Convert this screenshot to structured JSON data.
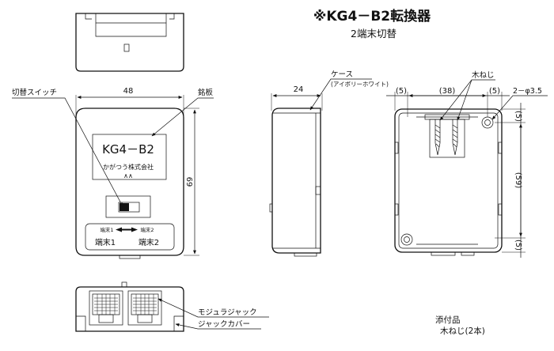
{
  "header": {
    "title": "※KG4－B2転換器",
    "subtitle": "2端末切替"
  },
  "front": {
    "width_dim": "48",
    "height_dim": "69",
    "plate_model": "KG4－B2",
    "plate_maker": "かがつう株式会社",
    "plate_mark": "∧∧",
    "port_switch_caption_1": "端末1",
    "port_switch_caption_2": "端末2",
    "port_1": "端末1",
    "port_2": "端末2"
  },
  "callouts": {
    "switch": "切替スイッチ",
    "nameplate": "銘板",
    "case": "ケース",
    "case_color": "(アイボリーホワイト)",
    "wood_screw": "木ねじ",
    "hole": "2－φ3.5",
    "modular_jack": "モジュラジャック",
    "jack_cover": "ジャックカバー"
  },
  "side": {
    "depth_dim": "24"
  },
  "back": {
    "dim_left": "(5)",
    "dim_mid": "(38)",
    "dim_right": "(5)",
    "dim_v_top": "(5)",
    "dim_v_mid": "(59)",
    "dim_v_bot": "(5)"
  },
  "accessories": {
    "heading": "添付品",
    "item": "木ねじ(2本)"
  }
}
